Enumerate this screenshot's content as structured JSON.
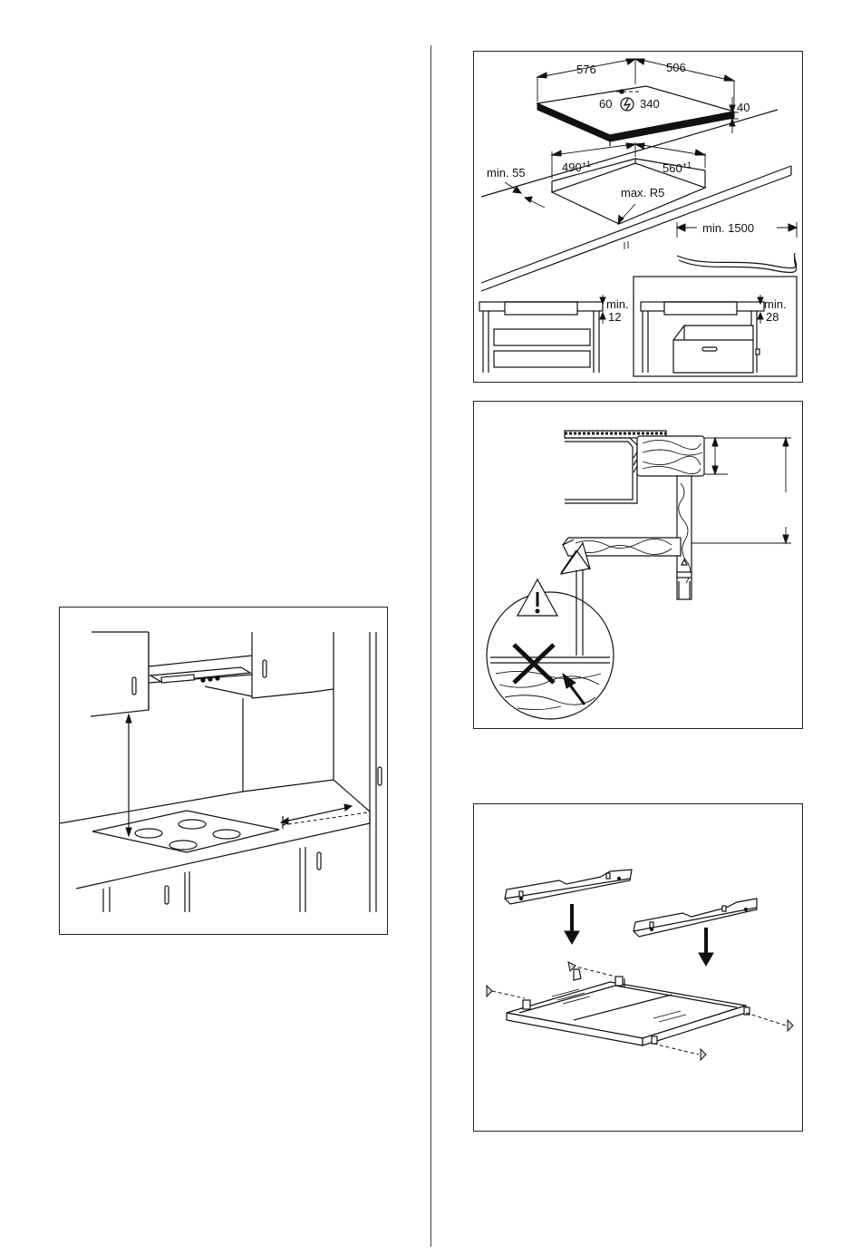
{
  "diagram_cutout": {
    "dim_width": "576",
    "dim_depth": "506",
    "dim_conn_left": "60",
    "dim_conn_right": "340",
    "dim_height": "40",
    "cut_width": "490",
    "cut_width_tol": "+1",
    "cut_depth": "560",
    "cut_depth_tol": "+1",
    "radius": "max. R5",
    "edge_min": "min. 55",
    "cable_min": "min. 1500",
    "gap_left_min": "min.",
    "gap_left_val": "12",
    "gap_right_min": "min.",
    "gap_right_val": "28"
  },
  "icons": [
    "power-icon",
    "warning-triangle-icon",
    "cross-icon",
    "arrow-icon"
  ]
}
